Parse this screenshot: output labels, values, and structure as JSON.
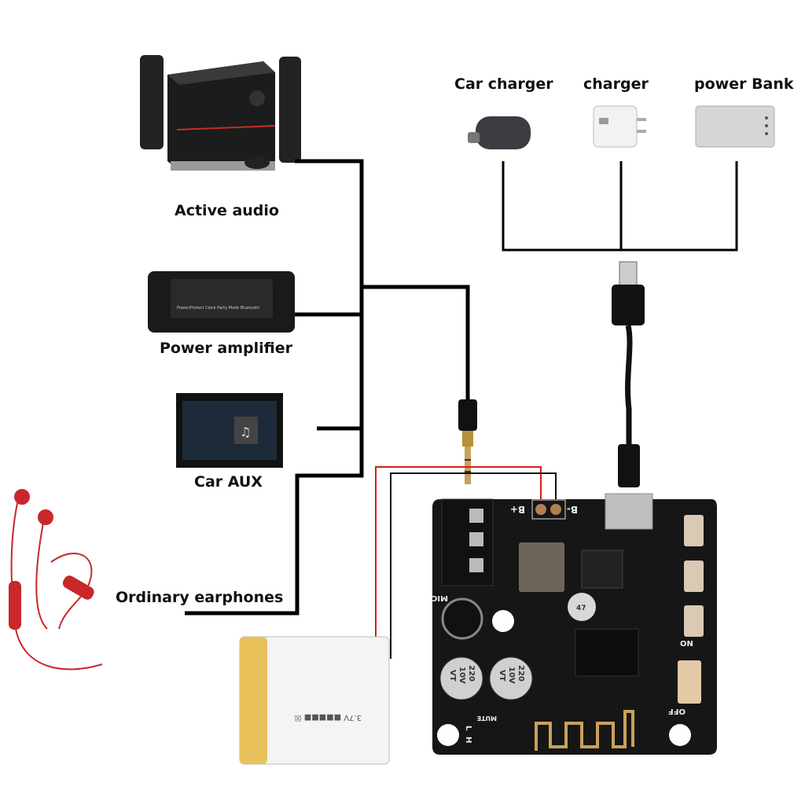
{
  "power_sources": [
    {
      "label": "Car charger",
      "icon": "car-charger-icon"
    },
    {
      "label": "charger",
      "icon": "wall-charger-icon"
    },
    {
      "label": "power Bank",
      "icon": "power-bank-icon"
    }
  ],
  "audio_outputs": [
    {
      "label": "Active audio",
      "icon": "speaker-system-icon"
    },
    {
      "label": "Power amplifier",
      "icon": "amplifier-icon"
    },
    {
      "label": "Car AUX",
      "icon": "car-screen-icon"
    },
    {
      "label": "Ordinary earphones",
      "icon": "earphones-icon"
    }
  ],
  "board": {
    "b_plus": "B+",
    "b_minus": "B-",
    "mic": "MIC",
    "mute": "MUTE",
    "on": "ON",
    "off": "OFF",
    "h": "H",
    "l": "L",
    "cap_value": "220",
    "cap_voltage": "10V",
    "cap_series": "VT",
    "small_cap": "47"
  },
  "colors": {
    "wire_black": "#000000",
    "wire_red": "#d0201c",
    "board": "#161616",
    "antenna_gold": "#c9a15a",
    "battery_yellow": "#e8c25a"
  }
}
